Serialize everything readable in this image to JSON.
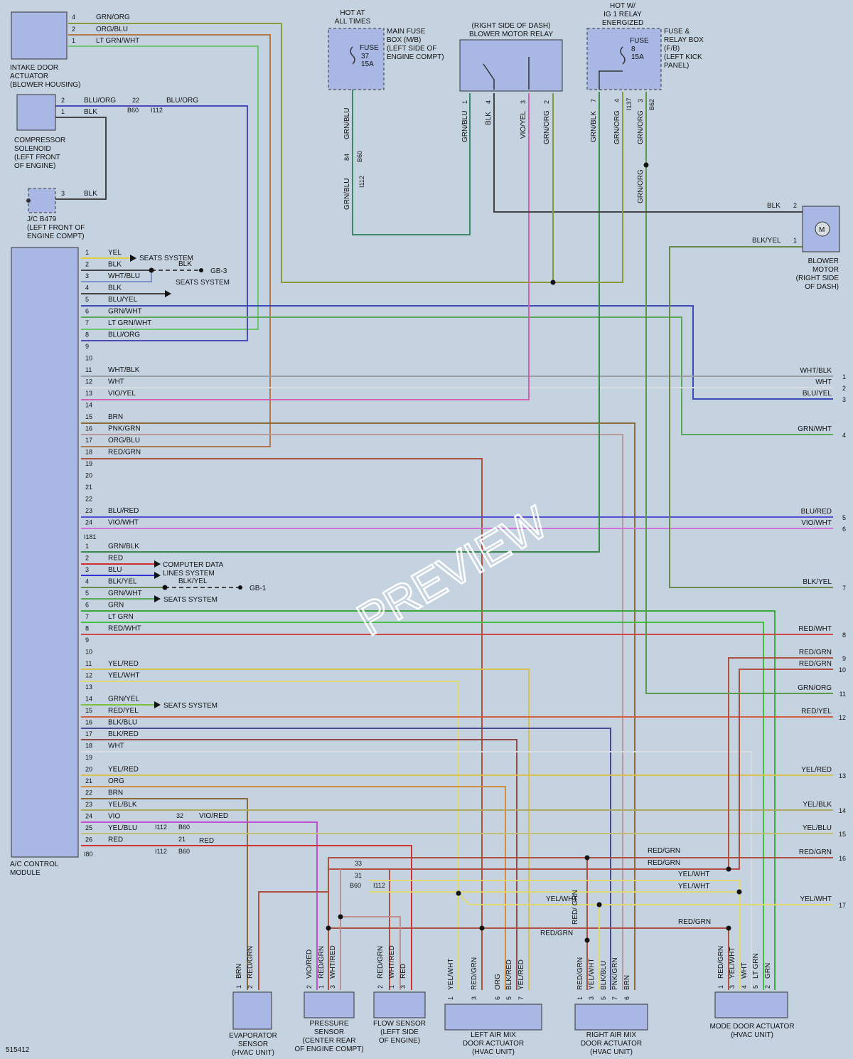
{
  "diagram_id": "515412",
  "watermark": "PREVIEW",
  "colors": {
    "background": "#c5d3e0",
    "component_fill": "#a9b7e4",
    "GRN/ORG": "#8a9a3a",
    "ORG/BLU": "#b07a4a",
    "LT GRN/WHT": "#6fc46f",
    "BLU/ORG": "#4a4ab8",
    "BLK": "#444444",
    "GRN/BLU": "#3a8a6a",
    "VIO/YEL": "#d060b0",
    "GRN/BLK": "#3a8a4a",
    "YEL": "#e0d040",
    "WHT/BLU": "#8090c8",
    "BLU/YEL": "#3a4ab8",
    "GRN/WHT": "#5aa85a",
    "WHT/BLK": "#9aa0a8",
    "WHT": "#d8dde2",
    "BRN": "#8a6a3a",
    "PNK/GRN": "#b89a9a",
    "RED/GRN": "#b05040",
    "BLU/RED": "#5050d0",
    "VIO/WHT": "#d070d8",
    "RED": "#d03030",
    "BLU": "#3030d0",
    "LT GRN": "#40c040",
    "RED/WHT": "#d04848",
    "YEL/RED": "#d8c050",
    "YEL/WHT": "#e0d870",
    "RED/YEL": "#d06040",
    "BLK/BLU": "#4a4a90",
    "BLK/RED": "#904848",
    "ORG": "#d09040",
    "YEL/BLK": "#b0a860",
    "VIO": "#c050d0",
    "YEL/BLU": "#c0c070",
    "BLK/YEL": "#6a8a4a",
    "VIO/RED": "#c05090",
    "WHT/RED": "#c09090"
  },
  "components": {
    "intake_door_actuator": [
      "INTAKE DOOR",
      "ACTUATOR",
      "(BLOWER HOUSING)"
    ],
    "compressor_solenoid": [
      "COMPRESSOR",
      "SOLENOID",
      "(LEFT FRONT",
      "OF ENGINE)"
    ],
    "jc_b479": [
      "J/C B479",
      "(LEFT FRONT OF",
      "ENGINE COMPT)"
    ],
    "ac_control_module": [
      "A/C CONTROL",
      "MODULE"
    ],
    "hot_at_all_times": [
      "HOT AT",
      "ALL TIMES"
    ],
    "main_fuse_box": [
      "MAIN FUSE",
      "BOX (M/B)",
      "(LEFT SIDE OF",
      "ENGINE COMPT)"
    ],
    "fuse37": [
      "FUSE",
      "37",
      "15A"
    ],
    "blower_relay": [
      "(RIGHT SIDE OF DASH)",
      "BLOWER MOTOR RELAY"
    ],
    "hot_ig1": [
      "HOT W/",
      "IG 1 RELAY",
      "ENERGIZED"
    ],
    "fuse_relay_box": [
      "FUSE &",
      "RELAY BOX",
      "(F/B)",
      "(LEFT KICK",
      "PANEL)"
    ],
    "fuse8": [
      "FUSE",
      "8",
      "15A"
    ],
    "blower_motor": [
      "BLOWER",
      "MOTOR",
      "(RIGHT SIDE",
      "OF DASH)"
    ],
    "blower_motor_symbol": "M",
    "evaporator_sensor": [
      "EVAPORATOR",
      "SENSOR",
      "(HVAC UNIT)"
    ],
    "pressure_sensor": [
      "PRESSURE",
      "SENSOR",
      "(CENTER REAR",
      "OF ENGINE COMPT)"
    ],
    "flow_sensor": [
      "FLOW SENSOR",
      "(LEFT SIDE",
      "OF ENGINE)"
    ],
    "left_air_mix": [
      "LEFT AIR MIX",
      "DOOR ACTUATOR",
      "(HVAC UNIT)"
    ],
    "right_air_mix": [
      "RIGHT AIR MIX",
      "DOOR ACTUATOR",
      "(HVAC UNIT)"
    ],
    "mode_door": [
      "MODE DOOR ACTUATOR",
      "(HVAC UNIT)"
    ]
  },
  "connectors": {
    "i181": "I181",
    "i80": "I80",
    "b60": "B60",
    "i112": "I112",
    "i137": "I137",
    "b62": "B62",
    "gb3": "GB-3",
    "gb1": "GB-1",
    "seats_system": "SEATS SYSTEM",
    "computer_data": [
      "COMPUTER DATA",
      "LINES SYSTEM"
    ]
  },
  "module_pins_a": [
    {
      "n": "1",
      "wire": "YEL"
    },
    {
      "n": "2",
      "wire": "BLK"
    },
    {
      "n": "3",
      "wire": "WHT/BLU"
    },
    {
      "n": "4",
      "wire": "BLK"
    },
    {
      "n": "5",
      "wire": "BLU/YEL"
    },
    {
      "n": "6",
      "wire": "GRN/WHT"
    },
    {
      "n": "7",
      "wire": "LT GRN/WHT"
    },
    {
      "n": "8",
      "wire": "BLU/ORG"
    },
    {
      "n": "9",
      "wire": ""
    },
    {
      "n": "10",
      "wire": ""
    },
    {
      "n": "11",
      "wire": "WHT/BLK"
    },
    {
      "n": "12",
      "wire": "WHT"
    },
    {
      "n": "13",
      "wire": "VIO/YEL"
    },
    {
      "n": "14",
      "wire": ""
    },
    {
      "n": "15",
      "wire": "BRN"
    },
    {
      "n": "16",
      "wire": "PNK/GRN"
    },
    {
      "n": "17",
      "wire": "ORG/BLU"
    },
    {
      "n": "18",
      "wire": "RED/GRN"
    },
    {
      "n": "19",
      "wire": ""
    },
    {
      "n": "20",
      "wire": ""
    },
    {
      "n": "21",
      "wire": ""
    },
    {
      "n": "22",
      "wire": ""
    },
    {
      "n": "23",
      "wire": "BLU/RED"
    },
    {
      "n": "24",
      "wire": "VIO/WHT"
    }
  ],
  "module_pins_b": [
    {
      "n": "1",
      "wire": "GRN/BLK"
    },
    {
      "n": "2",
      "wire": "RED"
    },
    {
      "n": "3",
      "wire": "BLU"
    },
    {
      "n": "4",
      "wire": "BLK/YEL"
    },
    {
      "n": "5",
      "wire": "GRN/WHT"
    },
    {
      "n": "6",
      "wire": "GRN"
    },
    {
      "n": "7",
      "wire": "LT GRN"
    },
    {
      "n": "8",
      "wire": "RED/WHT"
    },
    {
      "n": "9",
      "wire": ""
    },
    {
      "n": "10",
      "wire": ""
    },
    {
      "n": "11",
      "wire": "YEL/RED"
    },
    {
      "n": "12",
      "wire": "YEL/WHT"
    },
    {
      "n": "13",
      "wire": ""
    },
    {
      "n": "14",
      "wire": "GRN/YEL"
    },
    {
      "n": "15",
      "wire": "RED/YEL"
    },
    {
      "n": "16",
      "wire": "BLK/BLU"
    },
    {
      "n": "17",
      "wire": "BLK/RED"
    },
    {
      "n": "18",
      "wire": "WHT"
    },
    {
      "n": "19",
      "wire": ""
    },
    {
      "n": "20",
      "wire": "YEL/RED"
    },
    {
      "n": "21",
      "wire": "ORG"
    },
    {
      "n": "22",
      "wire": "BRN"
    },
    {
      "n": "23",
      "wire": "YEL/BLK"
    },
    {
      "n": "24",
      "wire": "VIO"
    },
    {
      "n": "25",
      "wire": "YEL/BLU"
    },
    {
      "n": "26",
      "wire": "RED"
    }
  ],
  "right_pins": [
    {
      "n": "1",
      "wire": "WHT/BLK"
    },
    {
      "n": "2",
      "wire": "WHT"
    },
    {
      "n": "3",
      "wire": "BLU/YEL"
    },
    {
      "n": "4",
      "wire": "GRN/WHT"
    },
    {
      "n": "5",
      "wire": "BLU/RED"
    },
    {
      "n": "6",
      "wire": "VIO/WHT"
    },
    {
      "n": "7",
      "wire": "BLK/YEL"
    },
    {
      "n": "8",
      "wire": "RED/WHT"
    },
    {
      "n": "9",
      "wire": "RED/GRN"
    },
    {
      "n": "10",
      "wire": "RED/GRN"
    },
    {
      "n": "11",
      "wire": "GRN/ORG"
    },
    {
      "n": "12",
      "wire": "RED/YEL"
    },
    {
      "n": "13",
      "wire": "YEL/RED"
    },
    {
      "n": "14",
      "wire": "YEL/BLK"
    },
    {
      "n": "15",
      "wire": "YEL/BLU"
    },
    {
      "n": "16",
      "wire": "RED/GRN"
    },
    {
      "n": "17",
      "wire": "YEL/WHT"
    }
  ],
  "wire_labels": {
    "intake4": "GRN/ORG",
    "intake2": "ORG/BLU",
    "intake1": "LT GRN/WHT",
    "comp2": "BLU/ORG",
    "comp2b": "BLU/ORG",
    "comp1": "BLK",
    "jc3": "BLK",
    "gb3_blk": "BLK",
    "gb1_blkyel": "BLK/YEL",
    "fuse37_v1": "GRN/BLU",
    "fuse37_v2": "GRN/BLU",
    "relay1": "GRN/BLU",
    "relay4": "BLK",
    "relay3": "VIO/YEL",
    "relay2": "GRN/ORG",
    "fb7": "GRN/BLK",
    "fb4": "GRN/ORG",
    "fb3": "GRN/ORG",
    "fb3b": "GRN/ORG",
    "motor2": "BLK",
    "motor1": "BLK/YEL",
    "vio_red": "VIO/RED",
    "red26": "RED",
    "p16_redgrn": "RED/GRN",
    "p16b_redgrn": "RED/GRN",
    "p17_yelwht": "YEL/WHT",
    "p17b_yelwht": "YEL/WHT",
    "p17c_yelwht": "YEL/WHT",
    "rm_redgrn": "RED/GRN",
    "rm_redgrn_v": "RED/ GRN",
    "md_redgrn": "RED/GRN"
  },
  "pin_numbers": {
    "p4": "4",
    "p2": "2",
    "p1": "1",
    "p3": "3",
    "p5": "5",
    "p6": "6",
    "p7": "7",
    "p8": "8",
    "p84": "84",
    "p22": "22",
    "p32": "32",
    "p21": "21",
    "p33": "33",
    "p31": "31"
  },
  "bottom_pins": {
    "evap": [
      {
        "n": "1",
        "w": "BRN"
      },
      {
        "n": "2",
        "w": "RED/GRN"
      }
    ],
    "press": [
      {
        "n": "2",
        "w": "VIO/RED"
      },
      {
        "n": "1",
        "w": "RED/GRN"
      },
      {
        "n": "3",
        "w": "WHT/RED"
      }
    ],
    "flow": [
      {
        "n": "2",
        "w": "RED/GRN"
      },
      {
        "n": "1",
        "w": "WHT/RED"
      },
      {
        "n": "3",
        "w": "RED"
      }
    ],
    "lam": [
      {
        "n": "1",
        "w": "YEL/WHT"
      },
      {
        "n": "3",
        "w": "RED/GRN"
      },
      {
        "n": "6",
        "w": "ORG"
      },
      {
        "n": "5",
        "w": "BLK/RED"
      },
      {
        "n": "7",
        "w": "YEL/RED"
      }
    ],
    "ram": [
      {
        "n": "1",
        "w": "RED/GRN"
      },
      {
        "n": "3",
        "w": "YEL/WHT"
      },
      {
        "n": "5",
        "w": "BLK/BLU"
      },
      {
        "n": "7",
        "w": "PNK/GRN"
      },
      {
        "n": "6",
        "w": "BRN"
      }
    ],
    "mode": [
      {
        "n": "1",
        "w": "RED/GRN"
      },
      {
        "n": "3",
        "w": "YEL/WHT"
      },
      {
        "n": "4",
        "w": "WHT"
      },
      {
        "n": "5",
        "w": "LT GRN"
      },
      {
        "n": "2",
        "w": "GRN"
      }
    ]
  }
}
